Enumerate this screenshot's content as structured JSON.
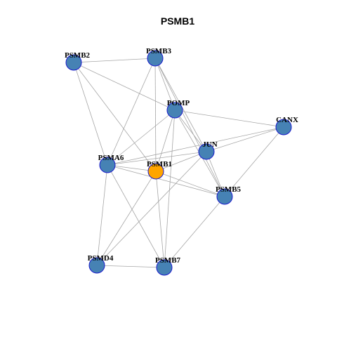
{
  "title": "PSMB1",
  "colors": {
    "node": "#4682b4",
    "node_border": "#1a1acc",
    "center_node": "#ffa500",
    "edge": "#a6a6a6",
    "background": "#ffffff"
  },
  "center": "PSMB1",
  "nodes": [
    "PSMB2",
    "PSMB3",
    "POMP",
    "CANX",
    "JUN",
    "PSMA6",
    "PSMB1",
    "PSMB5",
    "PSMD4",
    "PSMB7"
  ],
  "edges": [
    [
      "PSMB2",
      "PSMB3"
    ],
    [
      "PSMB2",
      "POMP"
    ],
    [
      "PSMB2",
      "PSMA6"
    ],
    [
      "PSMB2",
      "PSMB1"
    ],
    [
      "PSMB3",
      "POMP"
    ],
    [
      "PSMB3",
      "JUN"
    ],
    [
      "PSMB3",
      "PSMA6"
    ],
    [
      "PSMB3",
      "PSMB1"
    ],
    [
      "PSMB3",
      "PSMB5"
    ],
    [
      "POMP",
      "CANX"
    ],
    [
      "POMP",
      "JUN"
    ],
    [
      "POMP",
      "PSMA6"
    ],
    [
      "POMP",
      "PSMB1"
    ],
    [
      "POMP",
      "PSMB5"
    ],
    [
      "POMP",
      "PSMB7"
    ],
    [
      "CANX",
      "JUN"
    ],
    [
      "CANX",
      "PSMA6"
    ],
    [
      "CANX",
      "PSMB5"
    ],
    [
      "JUN",
      "PSMA6"
    ],
    [
      "JUN",
      "PSMB1"
    ],
    [
      "JUN",
      "PSMB5"
    ],
    [
      "JUN",
      "PSMD4"
    ],
    [
      "PSMA6",
      "PSMB1"
    ],
    [
      "PSMA6",
      "PSMB5"
    ],
    [
      "PSMA6",
      "PSMD4"
    ],
    [
      "PSMA6",
      "PSMB7"
    ],
    [
      "PSMB1",
      "PSMB5"
    ],
    [
      "PSMB1",
      "PSMD4"
    ],
    [
      "PSMB1",
      "PSMB7"
    ],
    [
      "PSMB5",
      "PSMB7"
    ],
    [
      "PSMD4",
      "PSMB7"
    ]
  ]
}
